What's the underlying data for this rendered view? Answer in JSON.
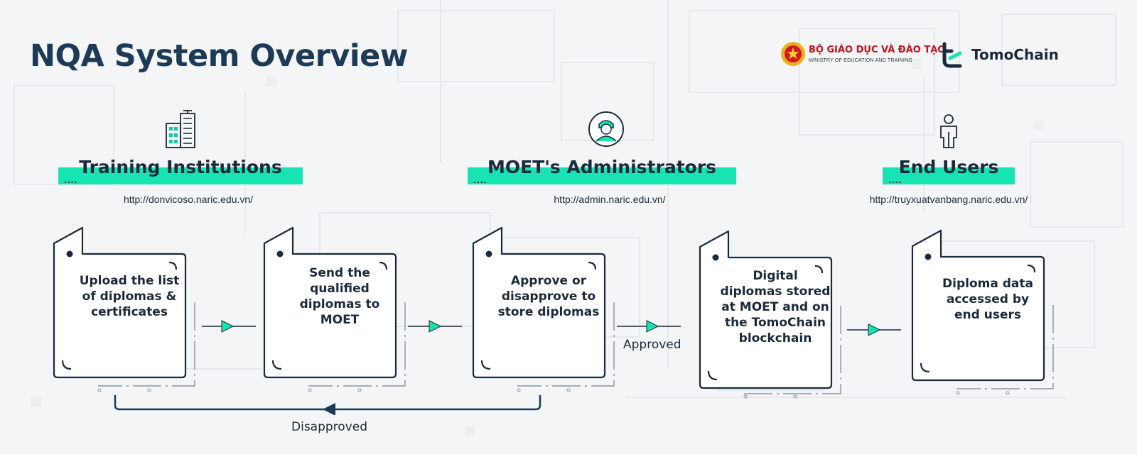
{
  "title": "NQA System Overview",
  "logos": {
    "moet_name": "BỘ GIÁO DỤC VÀ ĐÀO TẠO",
    "moet_sub": "MINISTRY OF EDUCATION AND TRAINING",
    "moet_seal_icon": "national-emblem-icon",
    "tomochain_name": "TomoChain",
    "tomochain_icon": "tomochain-logo-icon"
  },
  "colors": {
    "accent": "#17e3b3",
    "title": "#1d3a57",
    "text": "#1b2a3a",
    "card_stroke": "#1b2a3a"
  },
  "roles": [
    {
      "name": "Training Institutions",
      "url": "http://donvicoso.naric.edu.vn/",
      "icon": "building-icon",
      "dots": "...."
    },
    {
      "name": "MOET's Administrators",
      "url": "http://admin.naric.edu.vn/",
      "icon": "administrator-icon",
      "dots": "...."
    },
    {
      "name": "End Users",
      "url": "http://truyxuatvanbang.naric.edu.vn/",
      "icon": "user-icon",
      "dots": "...."
    }
  ],
  "steps": [
    {
      "text": "Upload the list of diplomas & certificates"
    },
    {
      "text": "Send the qualified diplomas to MOET"
    },
    {
      "text": "Approve or disapprove to store diplomas"
    },
    {
      "text": "Digital diplomas stored at MOET and on the TomoChain blockchain"
    },
    {
      "text": "Diploma data accessed by end users"
    }
  ],
  "flows": {
    "approved_label": "Approved",
    "disapproved_label": "Disapproved"
  }
}
